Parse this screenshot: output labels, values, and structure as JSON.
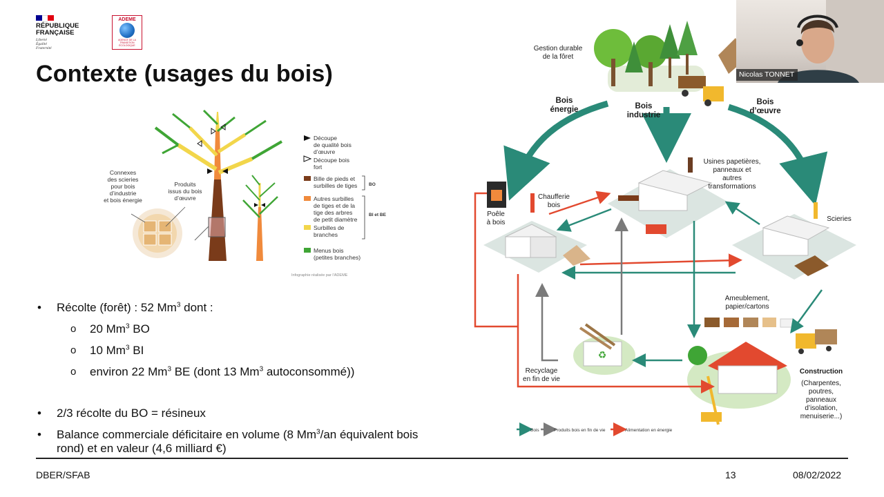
{
  "header": {
    "republique_line1": "RÉPUBLIQUE",
    "republique_line2": "FRANÇAISE",
    "motto": [
      "Liberté",
      "Égalité",
      "Fraternité"
    ],
    "ademe_label": "ADEME",
    "ademe_sub": "AGENCE DE LA TRANSITION ÉCOLOGIQUE",
    "colors": {
      "flag_blue": "#000091",
      "flag_white": "#ffffff",
      "flag_red": "#e1000f",
      "ademe_red": "#c8102e"
    }
  },
  "slide": {
    "title": "Contexte (usages du bois)"
  },
  "tree_figure": {
    "left_label": [
      "Connexes",
      "des scieries",
      "pour bois",
      "d’industrie",
      "et bois énergie"
    ],
    "center_label": [
      "Produits",
      "issus du bois",
      "d’œuvre"
    ],
    "legend": [
      {
        "marker": "filled-triangle",
        "text": [
          "Découpe",
          "de qualité bois",
          "d’œuvre"
        ]
      },
      {
        "marker": "open-triangle",
        "text": [
          "Découpe bois",
          "fort"
        ]
      },
      {
        "marker": "#7a3b1a",
        "text": [
          "Bille de pieds et",
          "surbilles de tiges"
        ]
      },
      {
        "marker": "#f08a3c",
        "text": [
          "Autres surbilles",
          "de tiges et de la",
          "tige des arbres",
          "de petit diamètre"
        ]
      },
      {
        "marker": "#f2d64b",
        "text": [
          "Surbilles de",
          "branches"
        ]
      },
      {
        "marker": "#3fa535",
        "text": [
          "Menus bois",
          "(petites branches)"
        ]
      }
    ],
    "group_bo": "BO",
    "group_bibe": "BI et BE",
    "credit": "Infographie réalisée par l’ADEME"
  },
  "bullets": {
    "b1_pre": "Récolte (forêt) : 52 Mm",
    "b1_sup": "3",
    "b1_post": " dont :",
    "s1_pre": "20 Mm",
    "s1_sup": "3",
    "s1_post": " BO",
    "s2_pre": "10 Mm",
    "s2_sup": "3",
    "s2_post": " BI",
    "s3_pre": "environ 22 Mm",
    "s3_sup": "3",
    "s3_mid": " BE (dont 13 Mm",
    "s3_sup2": "3",
    "s3_post": " autoconsommé))",
    "b2": "2/3 récolte du BO = résineux",
    "b3_pre": "Balance commerciale déficitaire en volume (8 Mm",
    "b3_sup": "3",
    "b3_post": "/an équivalent bois",
    "b3_line2": "rond) et en valeur (4,6 milliard €)",
    "bullet_char": "•",
    "sub_char": "o"
  },
  "diagram": {
    "forest": [
      "Gestion durable",
      "de la fôret"
    ],
    "bois_energie": [
      "Bois",
      "énergie"
    ],
    "bois_industrie": [
      "Bois",
      "industrie"
    ],
    "bois_oeuvre": [
      "Bois",
      "d’œuvre"
    ],
    "usines": [
      "Usines papetières,",
      "panneaux et",
      "autres",
      "transformations"
    ],
    "chaufferie": [
      "Chaufferie",
      "bois"
    ],
    "poele": [
      "Poêle",
      "à bois"
    ],
    "scieries": "Scieries",
    "ameublement": [
      "Ameublement,",
      "papier/cartons"
    ],
    "recyclage": [
      "Recyclage",
      "en fin de vie"
    ],
    "construction_title": "Construction",
    "construction_detail": [
      "(Charpentes,",
      "poutres,",
      "panneaux",
      "d’isolation,",
      "menuiserie...)"
    ],
    "legend": [
      {
        "color": "#2a8a78",
        "text": "Bois"
      },
      {
        "color": "#6e6e6e",
        "text": "Produits bois en fin de vie"
      },
      {
        "color": "#e2492f",
        "text": "Alimentation en énergie"
      }
    ],
    "colors": {
      "teal": "#2a8a78",
      "red": "#e2492f",
      "grey": "#7a7a7a"
    }
  },
  "webcam": {
    "name": "Nicolas TONNET"
  },
  "footer": {
    "left": "DBER/SFAB",
    "page": "13",
    "date": "08/02/2022"
  }
}
